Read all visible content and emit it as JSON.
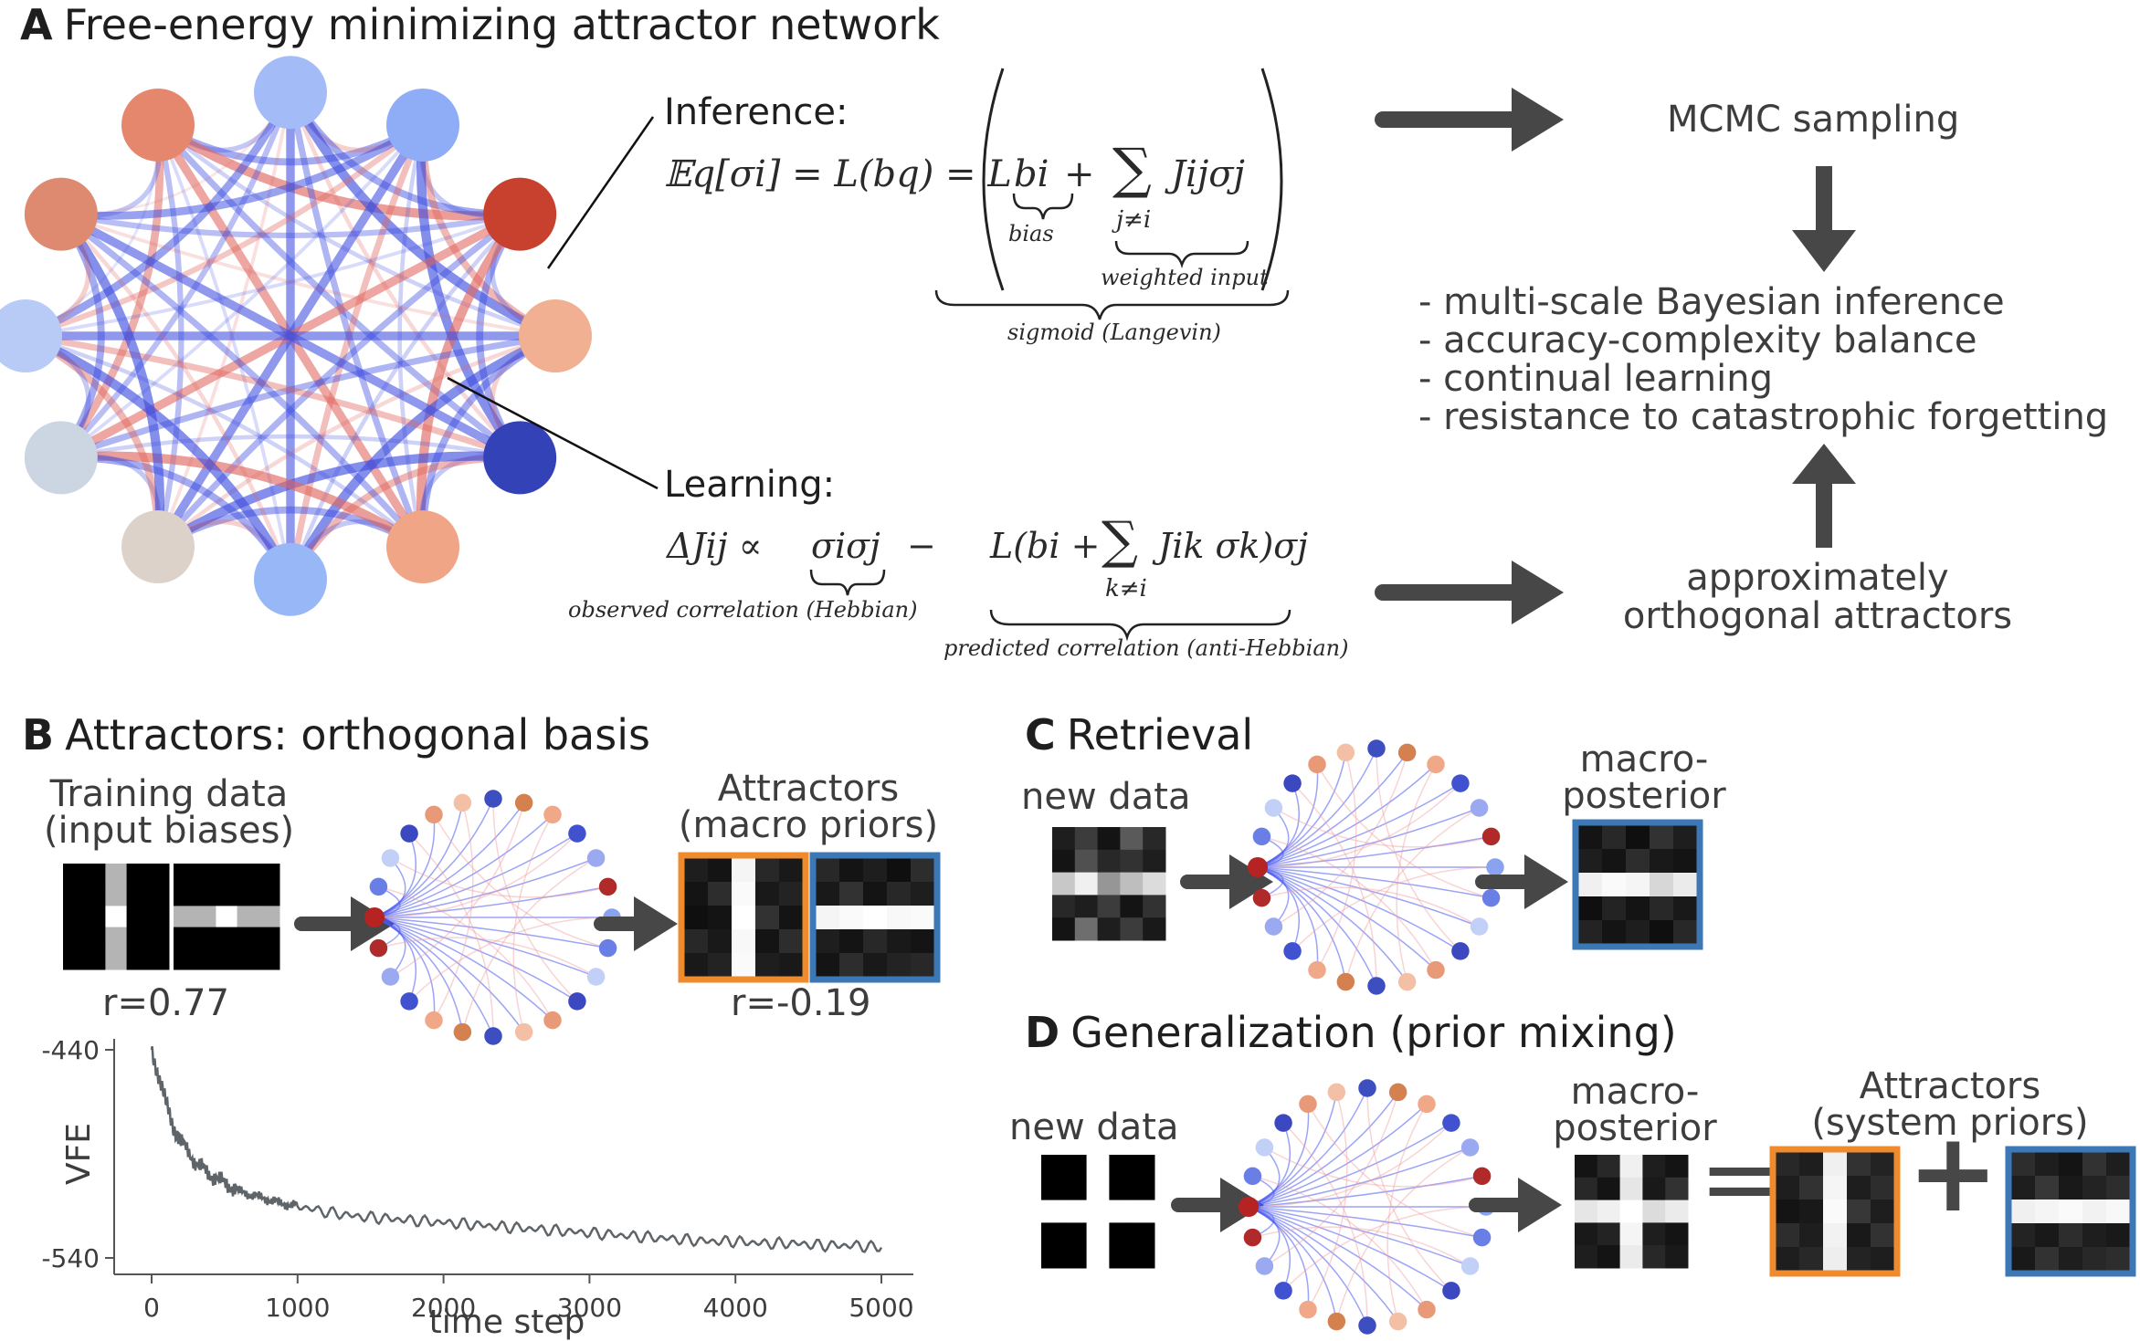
{
  "panelA": {
    "letter": "A",
    "title": "Free-energy minimizing attractor network",
    "inference_label": "Inference:",
    "inference_eq_left": "𝔼q[σi] = L(bq) = L",
    "inference_bias": "bi",
    "inference_plus": "+",
    "inference_sum": "∑",
    "inference_sum_index": "j≠i",
    "inference_term": "Jijσj",
    "brace_bias": "bias",
    "brace_weighted": "weighted input",
    "brace_sigmoid": "sigmoid (Langevin)",
    "learning_label": "Learning:",
    "learning_lhs": "ΔJij ∝",
    "learning_hebb": "σiσj",
    "learning_minus": "−",
    "learning_anti": "L(bi +",
    "learning_sum": "∑",
    "learning_sum_index": "k≠i",
    "learning_anti_tail": "Jik σk)σj",
    "brace_hebbian": "observed correlation (Hebbian)",
    "brace_antihebbian": "predicted correlation (anti-Hebbian)",
    "mcmc": "MCMC sampling",
    "bullets": [
      "- multi-scale Bayesian inference",
      "- accuracy-complexity balance",
      "- continual learning",
      "- resistance to catastrophic forgetting"
    ],
    "ortho_line1": "approximately",
    "ortho_line2": "orthogonal attractors",
    "colors": {
      "red": "#c0463a",
      "blue": "#3b45c0",
      "arrow": "#474747"
    }
  },
  "panelB": {
    "letter": "B",
    "title": "Attractors: orthogonal basis",
    "training_line1": "Training data",
    "training_line2": "(input biases)",
    "attractors_line1": "Attractors",
    "attractors_line2": "(macro priors)",
    "r_training": "r=0.77",
    "r_attractors": "r=-0.19"
  },
  "panelC": {
    "letter": "C",
    "title": "Retrieval",
    "new_data": "new data",
    "posterior_line1": "macro-",
    "posterior_line2": "posterior"
  },
  "panelD": {
    "letter": "D",
    "title": "Generalization (prior mixing)",
    "new_data": "new data",
    "posterior_line1": "macro-",
    "posterior_line2": "posterior",
    "attractors_line1": "Attractors",
    "attractors_line2": "(system priors)",
    "equals": "=",
    "plus": "+"
  },
  "chart_data": {
    "type": "line",
    "xlabel": "time step",
    "ylabel": "VFE",
    "x_ticks": [
      "0",
      "1000",
      "2000",
      "3000",
      "4000",
      "5000"
    ],
    "y_ticks": [
      "-440",
      "-540"
    ],
    "xlim": [
      0,
      5000
    ],
    "ylim": [
      -540,
      -440
    ],
    "color": "#5f6468",
    "series": [
      {
        "x": [
          0,
          50,
          100,
          150,
          200,
          300,
          400,
          500,
          600,
          700,
          800,
          900,
          1000,
          1200,
          1400,
          1600,
          1800,
          2000,
          2200,
          2400,
          2600,
          2800,
          3000,
          3200,
          3400,
          3600,
          3800,
          4000,
          4200,
          4400,
          4600,
          4800,
          5000
        ],
        "y": [
          -440,
          -453,
          -466,
          -477,
          -484,
          -494,
          -500,
          -504,
          -508,
          -510,
          -512,
          -514,
          -515,
          -518,
          -520,
          -521,
          -522,
          -523,
          -524,
          -525,
          -526,
          -527,
          -528,
          -529,
          -530,
          -531,
          -532,
          -532,
          -533,
          -533,
          -534,
          -534,
          -535
        ]
      }
    ]
  }
}
